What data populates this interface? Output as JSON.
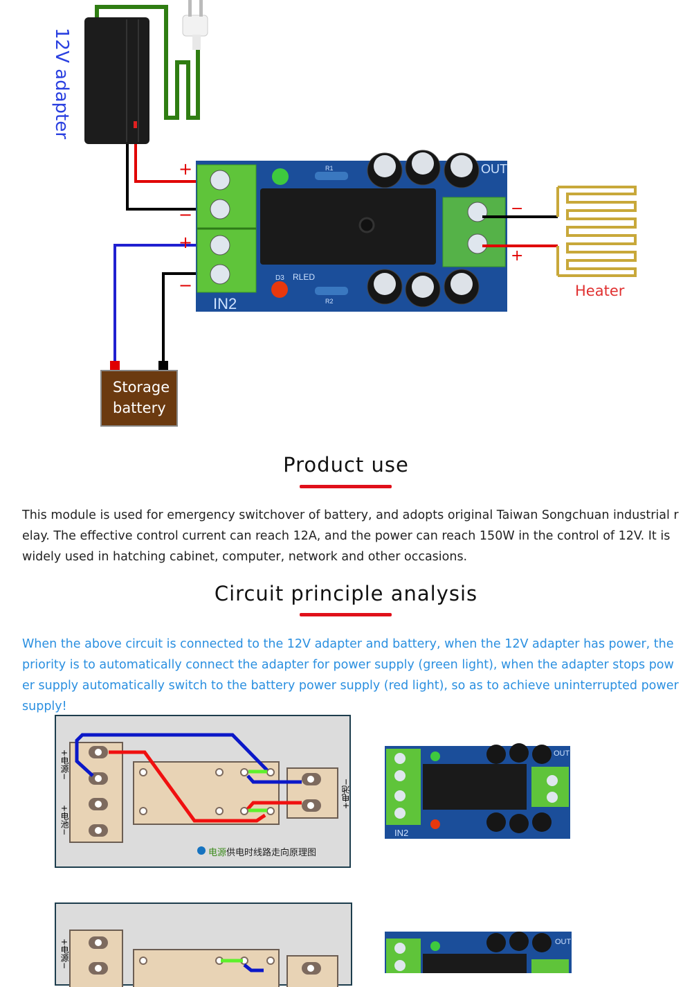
{
  "wiring_diagram": {
    "adapter_label": "12V adapter",
    "heater_label": "Heater",
    "battery_label_line1": "Storage",
    "battery_label_line2": "battery",
    "polarity_plus": "+",
    "polarity_minus": "−",
    "board_labels": {
      "in2": "IN2",
      "out": "OUT",
      "rled": "RLED",
      "r1": "R1",
      "r2": "R2",
      "d3": "D3"
    },
    "colors": {
      "positive_wire": "#e00000",
      "negative_wire": "#000000",
      "battery_positive_wire": "#2020d0",
      "pcb": "#1b4e9a",
      "terminal": "#5fc43a",
      "battery": "#6b3a10",
      "heater": "#c8a83a"
    }
  },
  "product_use": {
    "heading": "Product use",
    "text": "This module is used for emergency switchover of battery, and adopts original Taiwan Songchuan industrial relay. The effective control current can reach 12A, and the power can reach 150W in the control of 12V. It is widely used in hatching cabinet, computer, network and other occasions."
  },
  "circuit_analysis": {
    "heading": "Circuit principle analysis",
    "text": "When the above circuit is connected to the 12V adapter and battery, when the 12V adapter has power, the priority is to automatically connect the adapter for power supply (green light), when the adapter stops power supply automatically switch to the battery power supply (red light), so as to achieve uninterrupted power supply!",
    "text_color": "#2a8fe0",
    "accent_color": "#e0101a"
  },
  "schematic_1": {
    "left_label_power": "+电源−",
    "left_label_battery": "+电池−",
    "right_label": "+电池−",
    "caption_highlight": "电源",
    "caption_rest": "供电时线路走向原理图"
  },
  "schematic_2": {
    "left_label_power": "+电源−"
  }
}
